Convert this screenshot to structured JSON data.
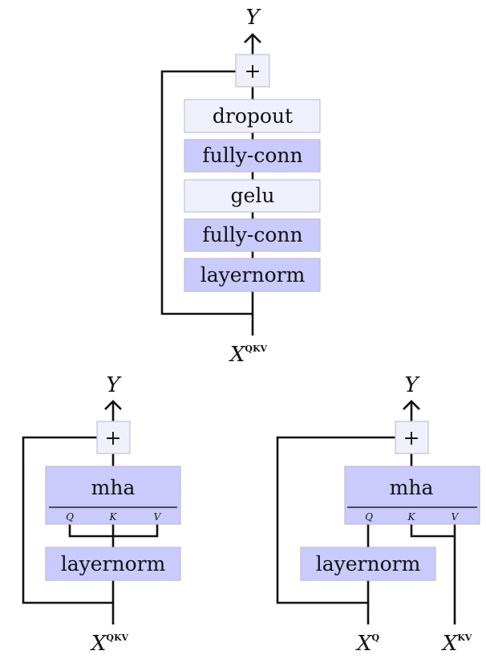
{
  "colors": {
    "light_block": "#f0f0fc",
    "dark_block": "#cacafc",
    "line": "#111111"
  },
  "mlp_block": {
    "output": "Y",
    "add": "+",
    "layers": [
      "dropout",
      "fully-conn",
      "gelu",
      "fully-conn",
      "layernorm"
    ],
    "input": {
      "base": "X",
      "sup": "QKV"
    }
  },
  "self_attention_block": {
    "output": "Y",
    "add": "+",
    "mha": "mha",
    "ports": [
      "Q",
      "K",
      "V"
    ],
    "norm": "layernorm",
    "input": {
      "base": "X",
      "sup": "QKV"
    }
  },
  "cross_attention_block": {
    "output": "Y",
    "add": "+",
    "mha": "mha",
    "ports": [
      "Q",
      "K",
      "V"
    ],
    "norm": "layernorm",
    "input_q": {
      "base": "X",
      "sup": "Q"
    },
    "input_kv": {
      "base": "X",
      "sup": "KV"
    }
  }
}
